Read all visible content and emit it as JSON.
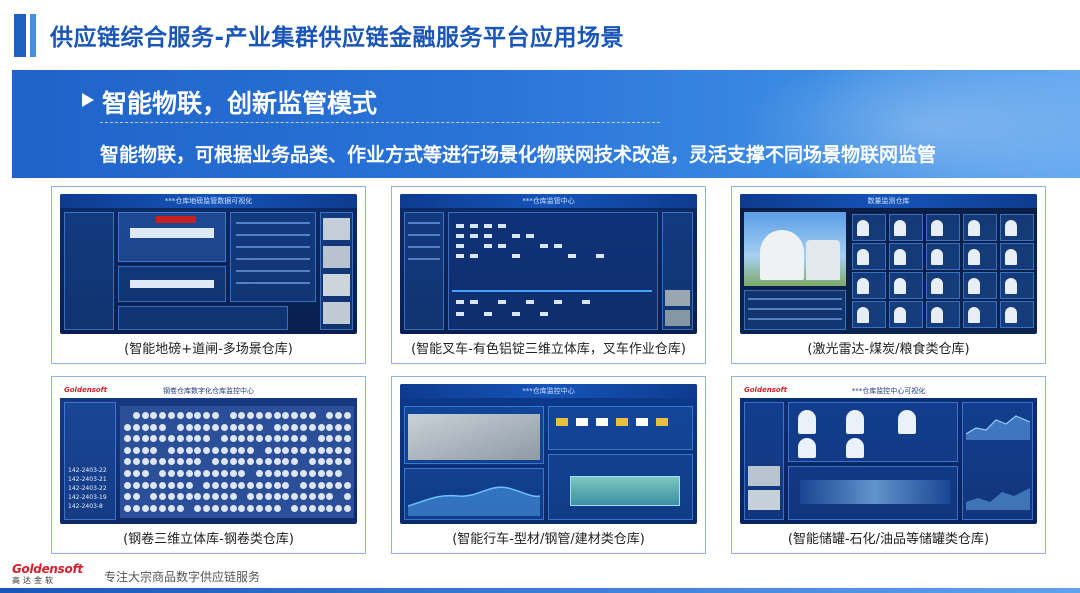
{
  "header": {
    "title": "供应链综合服务-产业集群供应链金融服务平台应用场景"
  },
  "banner": {
    "heading": "智能物联，创新监管模式",
    "description": "智能物联，可根据业务品类、作业方式等进行场景化物联网技术改造，灵活支撑不同场景物联网监管"
  },
  "cards": [
    {
      "caption": "(智能地磅+道闸-多场景仓库)",
      "screen_title": "***仓库地磅监管数据可视化"
    },
    {
      "caption": "(智能叉车-有色铝锭三维立体库，叉车作业仓库)",
      "screen_title": "***仓库监管中心"
    },
    {
      "caption": "(激光雷达-煤炭/粮食类仓库)",
      "screen_title": "数量监测仓库"
    },
    {
      "caption": "(钢卷三维立体库-钢卷类仓库)",
      "screen_title": "钢卷仓库数字化仓库监控中心"
    },
    {
      "caption": "(智能行车-型材/钢管/建材类仓库)",
      "screen_title": "***仓库监控中心"
    },
    {
      "caption": "(智能储罐-石化/油品等储罐类仓库)",
      "screen_title": "***仓库监控中心可视化"
    }
  ],
  "coil_ids": [
    "142-2403-22",
    "142-2403-21",
    "142-2403-22",
    "142-2403-19",
    "142-2403-8"
  ],
  "footer": {
    "logo_name": "Goldensoft",
    "logo_sub": "高达金软",
    "slogan": "专注大宗商品数字供应链服务"
  },
  "colors": {
    "title": "#1a56b8",
    "banner": "#2a74d8",
    "dashboard_bg": "#0b2a66",
    "brand_red": "#d81e2a"
  }
}
